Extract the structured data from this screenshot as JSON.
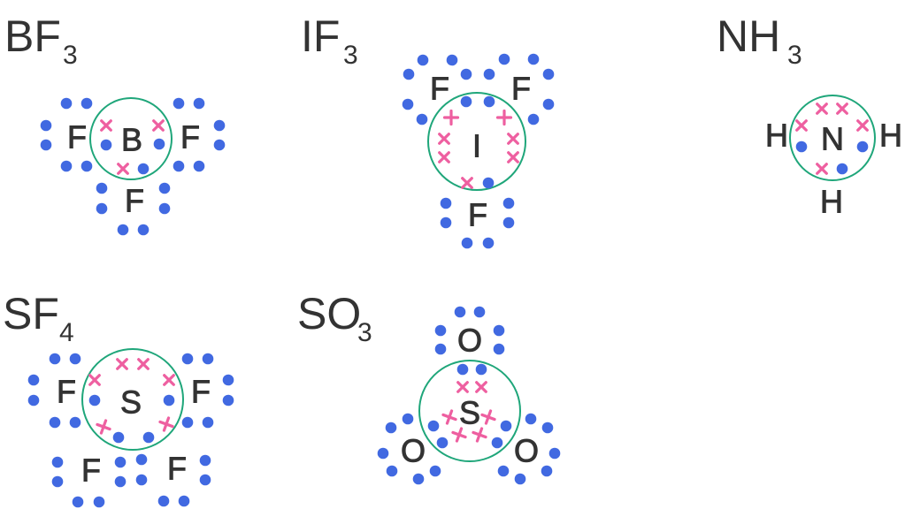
{
  "colors": {
    "electron_dot": "#4169E1",
    "electron_cross": "#EE5FA0",
    "shell": "#1FA67A",
    "text": "#333333"
  },
  "molecules": [
    {
      "id": "bf3",
      "formula": "BF",
      "subscript": "3",
      "central": "B",
      "outer": [
        "F",
        "F",
        "F"
      ]
    },
    {
      "id": "if3",
      "formula": "IF",
      "subscript": "3",
      "central": "I",
      "outer": [
        "F",
        "F",
        "F"
      ]
    },
    {
      "id": "nh3",
      "formula": "NH",
      "subscript": "3",
      "central": "N",
      "outer": [
        "H",
        "H",
        "H"
      ]
    },
    {
      "id": "sf4",
      "formula": "SF",
      "subscript": "4",
      "central": "S",
      "outer": [
        "F",
        "F",
        "F",
        "F"
      ]
    },
    {
      "id": "so3",
      "formula": "SO",
      "subscript": "3",
      "central": "S",
      "outer": [
        "O",
        "O",
        "O"
      ]
    }
  ]
}
